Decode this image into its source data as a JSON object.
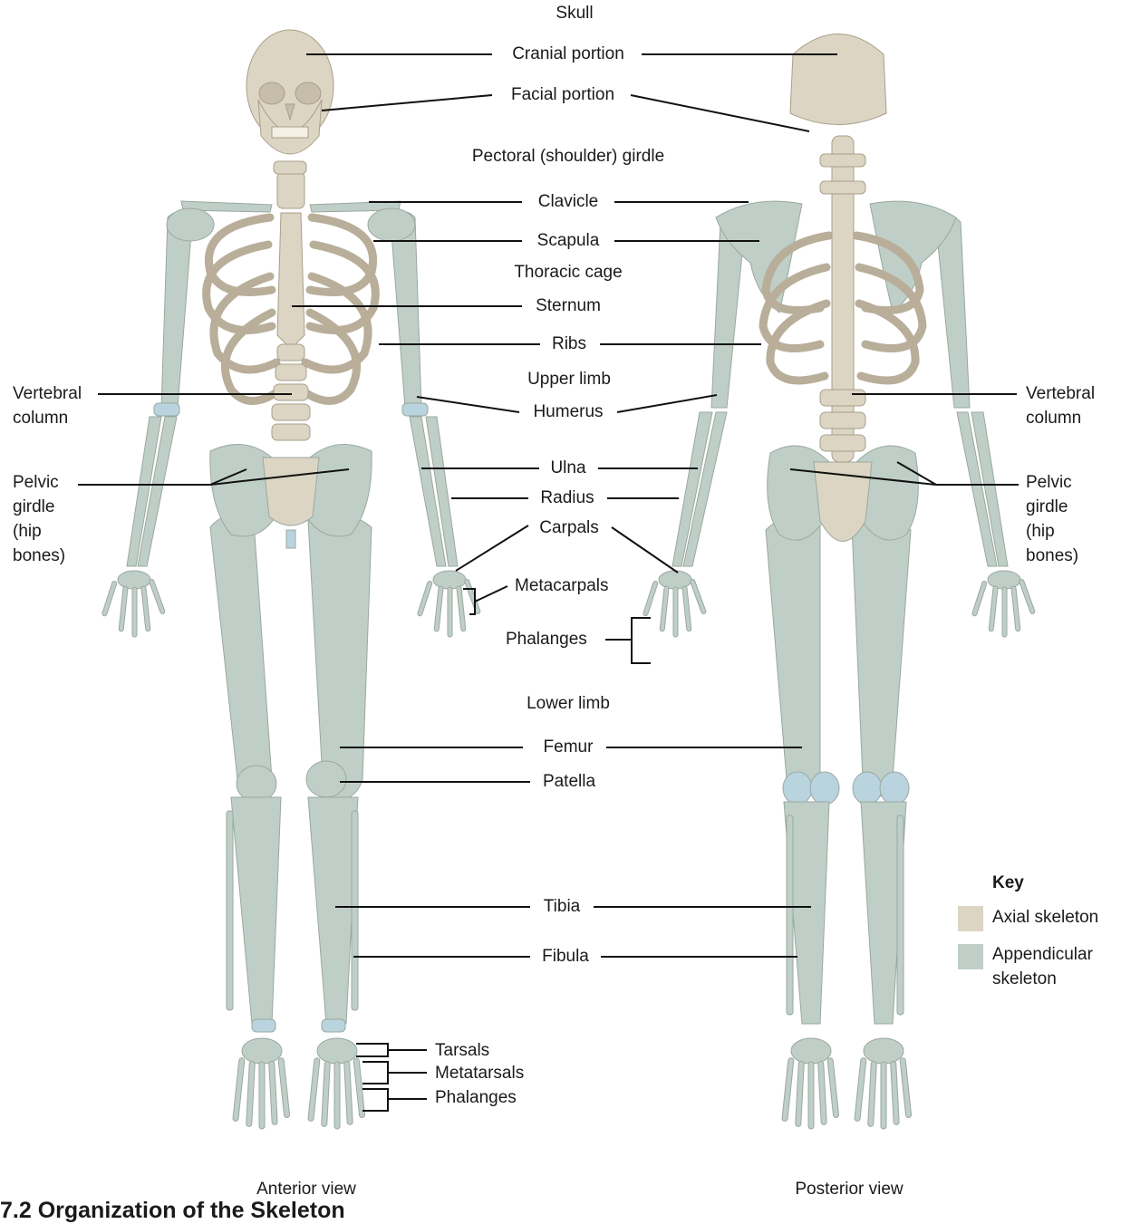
{
  "labels": {
    "skull": "Skull",
    "cranial": "Cranial portion",
    "facial": "Facial portion",
    "pectoral": "Pectoral (shoulder) girdle",
    "clavicle": "Clavicle",
    "scapula": "Scapula",
    "thoracic": "Thoracic cage",
    "sternum": "Sternum",
    "ribs": "Ribs",
    "upper_limb": "Upper limb",
    "humerus": "Humerus",
    "ulna": "Ulna",
    "radius": "Radius",
    "carpals": "Carpals",
    "metacarpals": "Metacarpals",
    "phalanges_hand": "Phalanges",
    "lower_limb": "Lower limb",
    "femur": "Femur",
    "patella": "Patella",
    "tibia": "Tibia",
    "fibula": "Fibula",
    "tarsals": "Tarsals",
    "metatarsals": "Metatarsals",
    "phalanges_foot": "Phalanges",
    "vertebral_left": "Vertebral column",
    "vertebral_right": "Vertebral column",
    "pelvic_left": "Pelvic girdle (hip bones)",
    "pelvic_right": "Pelvic girdle (hip bones)"
  },
  "views": {
    "anterior": "Anterior view",
    "posterior": "Posterior view"
  },
  "key": {
    "title": "Key",
    "axial": "Axial skeleton",
    "appendicular": "Appendicular skeleton"
  },
  "colors": {
    "axial": "#ddd5c4",
    "appendicular": "#bfcfc7",
    "line": "#111111"
  },
  "caption": "7.2 Organization of the Skeleton"
}
